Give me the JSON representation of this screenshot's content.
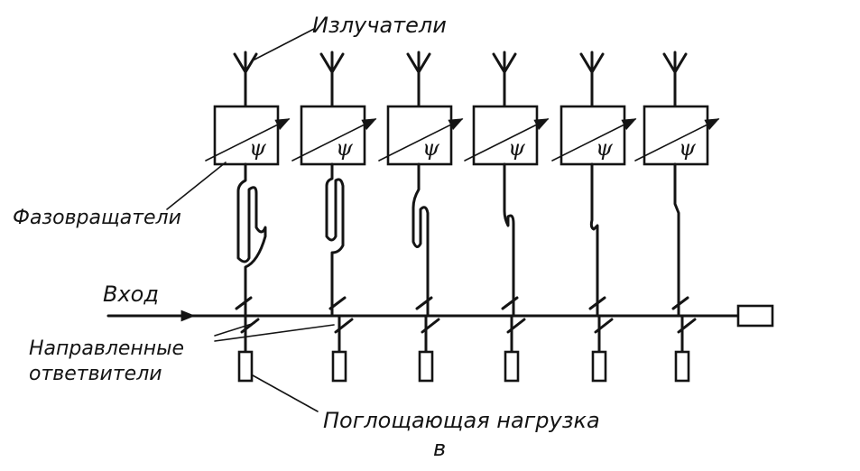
{
  "labels": {
    "radiators": "Излучатели",
    "phase_shifters": "Фазовращатели",
    "input": "Вход",
    "couplers_line1": "Направленные",
    "couplers_line2": "ответвители",
    "absorbing_load": "Поглощающая нагрузка",
    "caption": "в"
  },
  "phase_symbol": "ψ",
  "element_count": 6
}
